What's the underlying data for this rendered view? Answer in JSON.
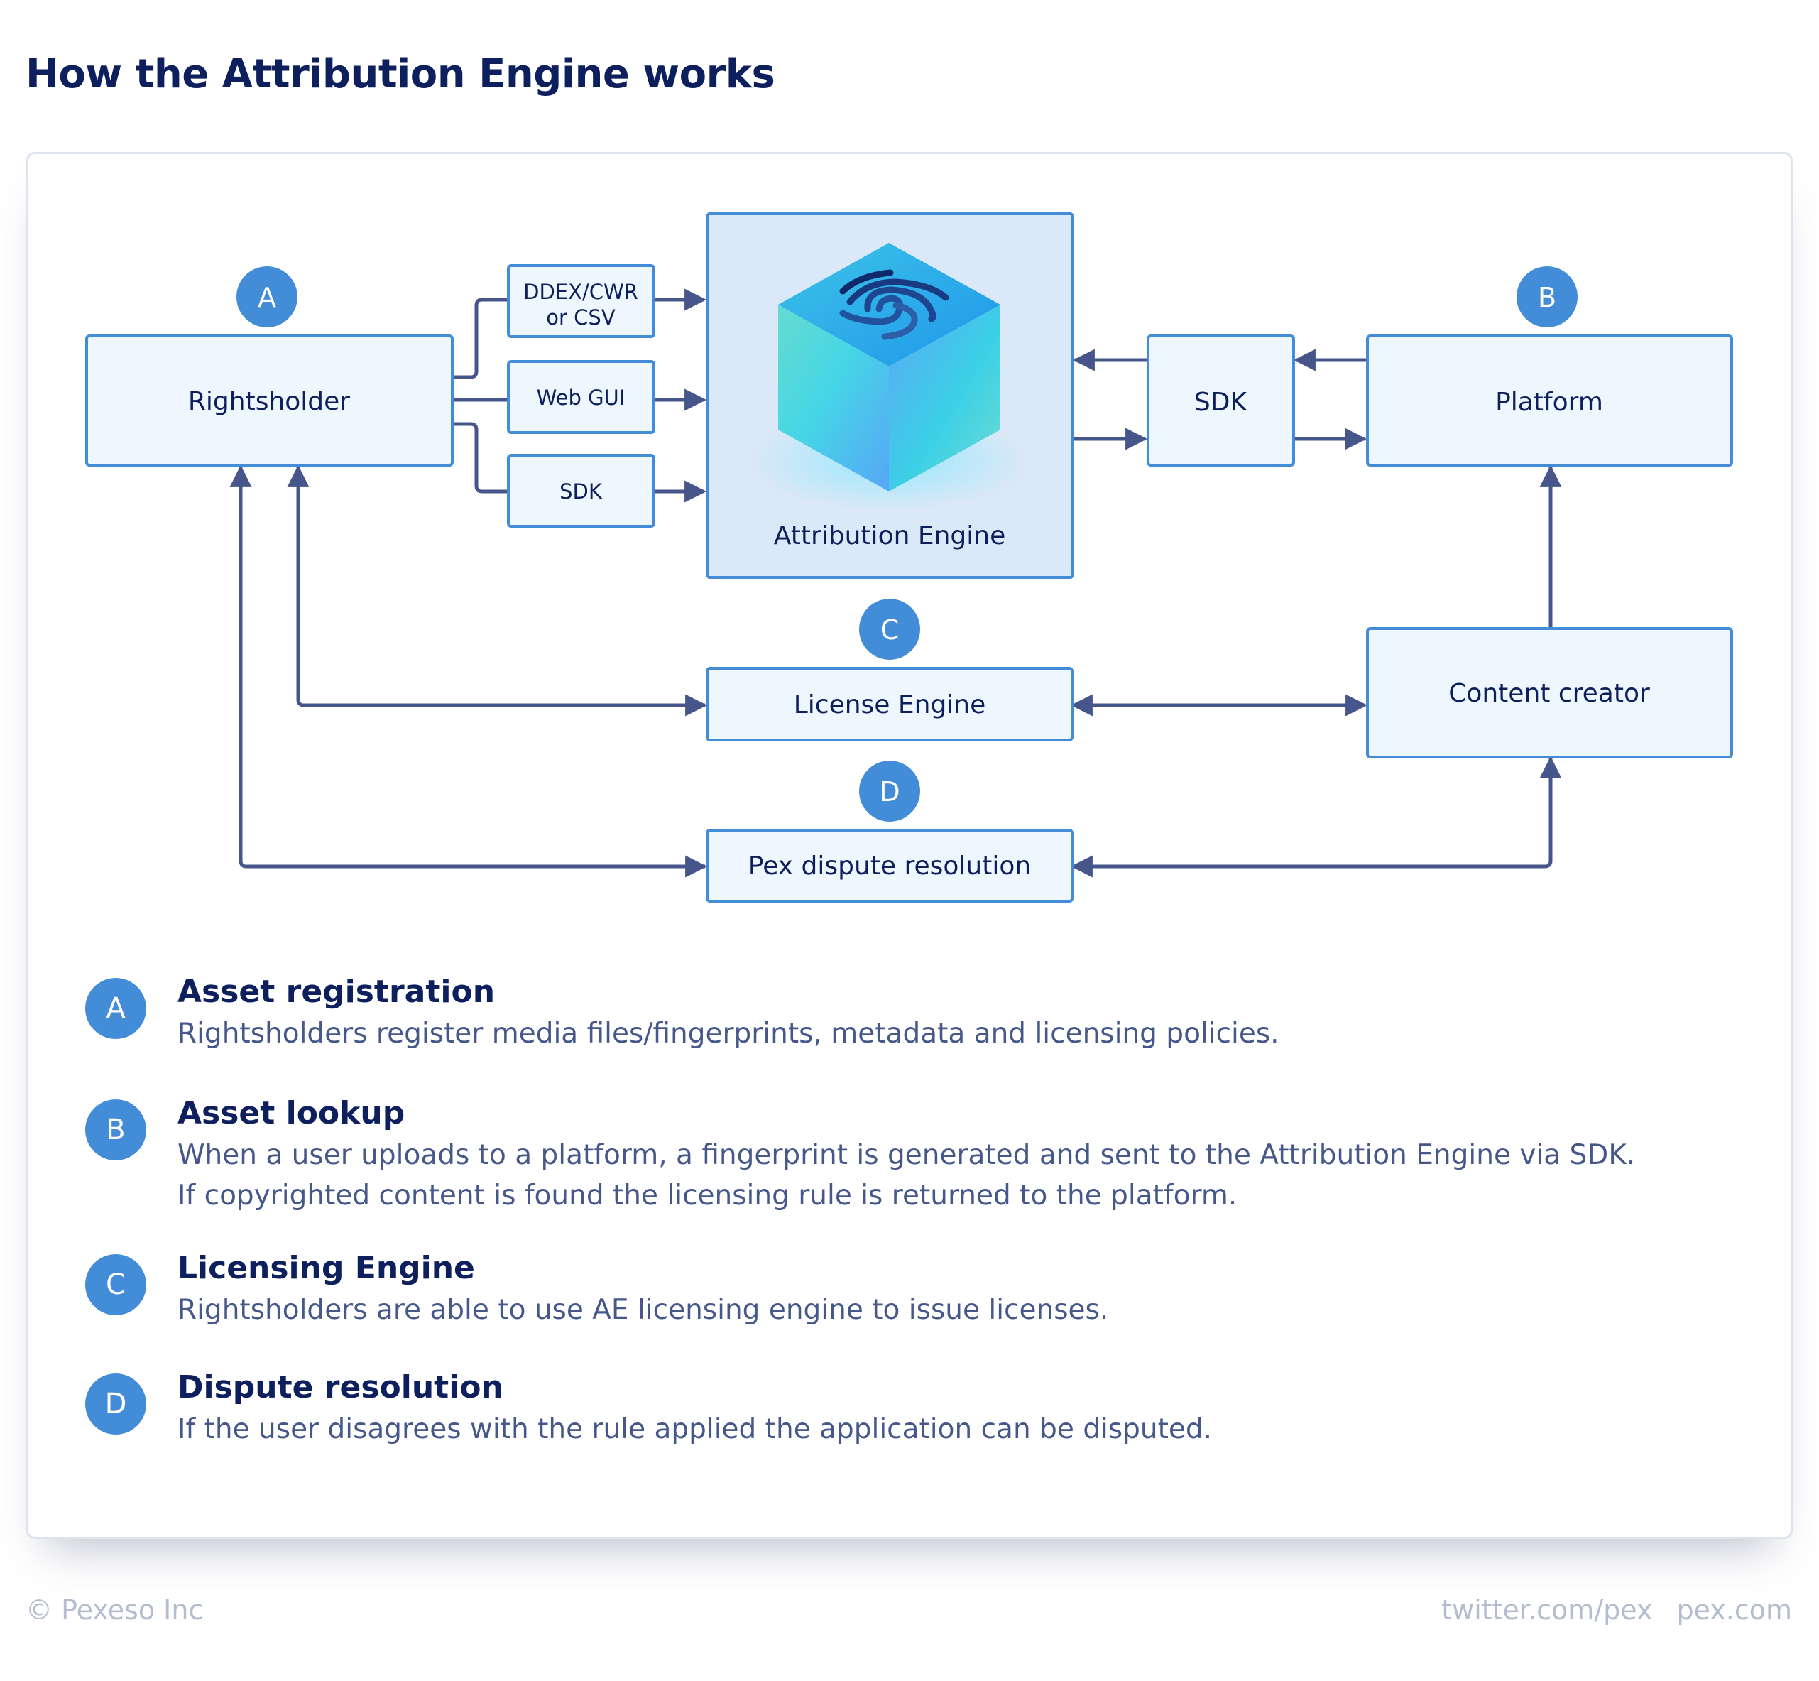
{
  "page": {
    "title": "How the Attribution Engine works"
  },
  "colors": {
    "node_fill": "#eef6fe",
    "node_border": "#438cd8",
    "engine_fill": "#dbe8f7",
    "connector": "#46568a",
    "badge": "#438cd8",
    "title_text": "#0d1f5c",
    "body_text": "#46588a",
    "footer_text": "#b4bdd0"
  },
  "diagram": {
    "nodes": {
      "rightsholder": "Rightsholder",
      "ddex": [
        "DDEX/CWR",
        "or CSV"
      ],
      "web_gui": "Web GUI",
      "sdk_left": "SDK",
      "attribution_engine": "Attribution Engine",
      "sdk_right": "SDK",
      "platform": "Platform",
      "license_engine": "License Engine",
      "content_creator": "Content creator",
      "dispute": "Pex dispute resolution"
    },
    "badges": {
      "a": "A",
      "b": "B",
      "c": "C",
      "d": "D"
    },
    "engine_icon": "fingerprint-cube-icon"
  },
  "legend": [
    {
      "badge": "A",
      "title": "Asset registration",
      "lines": [
        "Rightsholders register media files/fingerprints, metadata and licensing policies."
      ]
    },
    {
      "badge": "B",
      "title": "Asset lookup",
      "lines": [
        "When a user uploads to a platform, a fingerprint is generated and sent to the Attribution Engine via SDK.",
        "If copyrighted content is found the licensing rule is returned to the platform."
      ]
    },
    {
      "badge": "C",
      "title": "Licensing Engine",
      "lines": [
        "Rightsholders are able to use AE licensing engine to issue licenses."
      ]
    },
    {
      "badge": "D",
      "title": "Dispute resolution",
      "lines": [
        "If the user disagrees with the rule applied the application can be disputed."
      ]
    }
  ],
  "footer": {
    "copyright": "© Pexeso Inc",
    "links": [
      "twitter.com/pex",
      "pex.com"
    ]
  }
}
